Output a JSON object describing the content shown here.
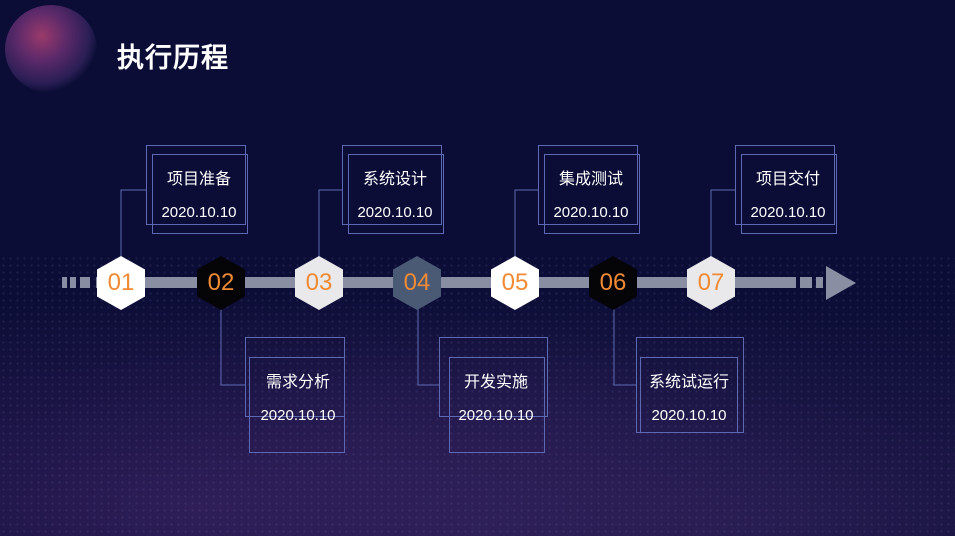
{
  "title": "执行历程",
  "colors": {
    "background": "#0b0d36",
    "accent": "#f08a34",
    "track": "#8a8ea3",
    "frame": "#5d6ab3"
  },
  "milestones": [
    {
      "num": "01",
      "name": "项目准备",
      "date": "2020.10.10"
    },
    {
      "num": "02",
      "name": "需求分析",
      "date": "2020.10.10"
    },
    {
      "num": "03",
      "name": "系统设计",
      "date": "2020.10.10"
    },
    {
      "num": "04",
      "name": "开发实施",
      "date": "2020.10.10"
    },
    {
      "num": "05",
      "name": "集成测试",
      "date": "2020.10.10"
    },
    {
      "num": "06",
      "name": "系统试运行",
      "date": "2020.10.10"
    },
    {
      "num": "07",
      "name": "项目交付",
      "date": "2020.10.10"
    }
  ]
}
